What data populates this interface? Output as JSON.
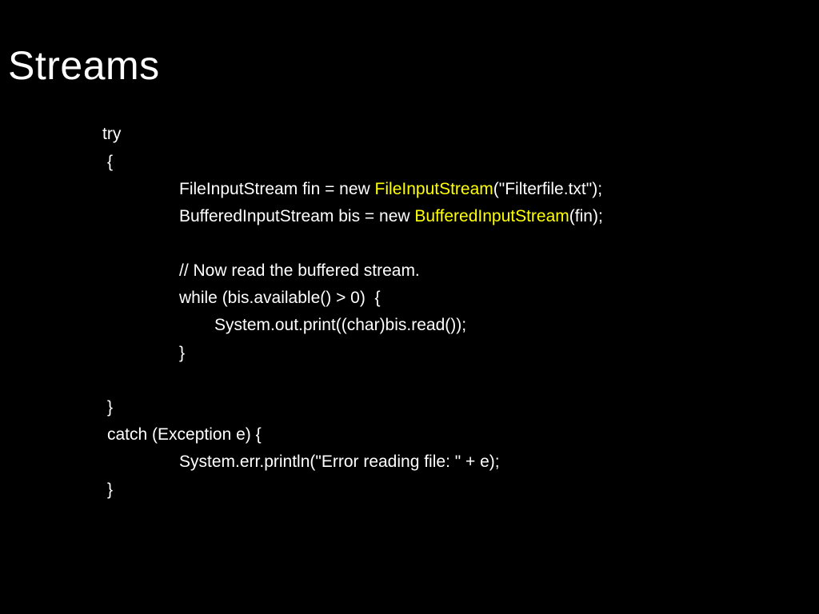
{
  "slide": {
    "title": "Streams",
    "accent_color": "#ffff00",
    "text_color": "#ffffff",
    "background_color": "#000000"
  },
  "code": {
    "try_kw": "try",
    "open_brace_1": "{",
    "line_fin": {
      "pre": "FileInputStream fin = new ",
      "kw": "FileInputStream",
      "post": "(\"Filterfile.txt\");"
    },
    "line_bis": {
      "pre": "BufferedInputStream bis = new ",
      "kw": "BufferedInputStream",
      "post": "(fin);"
    },
    "comment": "// Now read the buffered stream.",
    "while_line": "while (bis.available() > 0)  {",
    "print_line": "System.out.print((char)bis.read());",
    "close_brace_while": "}",
    "close_brace_try": "}",
    "catch_line": "catch (Exception e) {",
    "err_line": "System.err.println(\"Error reading file: \" + e);",
    "close_brace_catch": "}"
  }
}
